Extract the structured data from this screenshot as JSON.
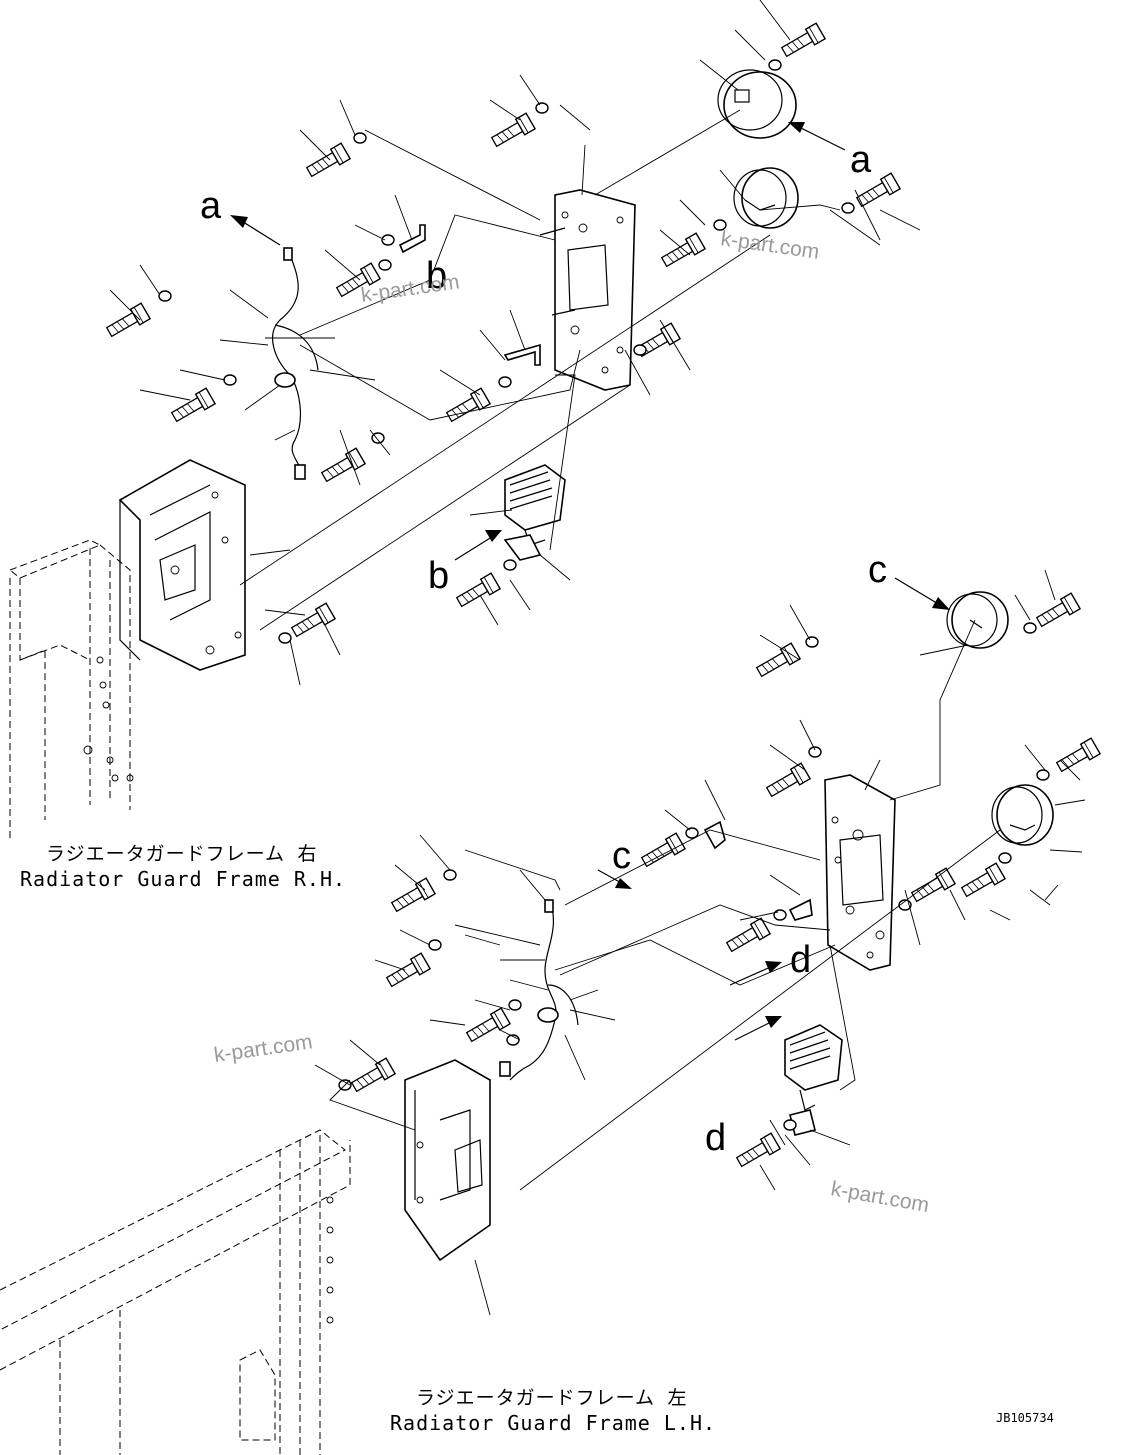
{
  "labels": {
    "a1": "a",
    "a2": "a",
    "b1": "b",
    "b2": "b",
    "c1": "c",
    "c2": "c",
    "d1": "d",
    "d2": "d"
  },
  "captions": {
    "rh_jp": "ラジエータガードフレーム 右",
    "rh_en": "Radiator Guard Frame R.H.",
    "lh_jp": "ラジエータガードフレーム 左",
    "lh_en": "Radiator Guard Frame L.H."
  },
  "watermark": "k-part.com",
  "doc_id": "JB105734"
}
